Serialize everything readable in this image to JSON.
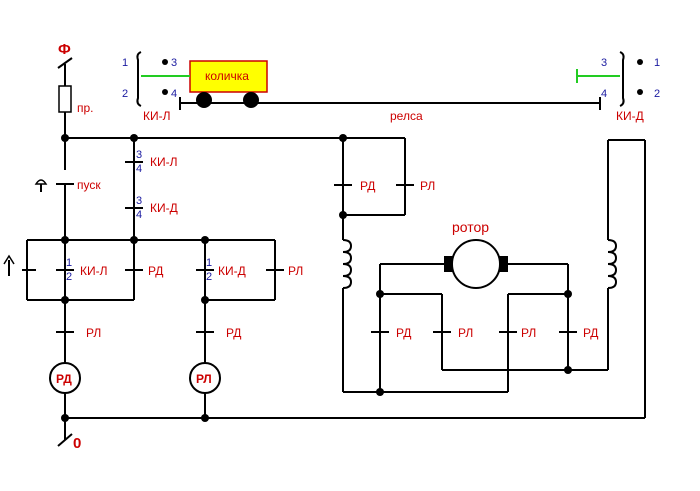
{
  "supply": {
    "phase": "Ф",
    "neutral": "0",
    "fuse": "пр."
  },
  "cart": {
    "label": "количка"
  },
  "rail": {
    "label": "релса"
  },
  "limit_switches": {
    "left": {
      "name": "КИ-Л",
      "n1": "1",
      "n2": "2",
      "n3": "3",
      "n4": "4"
    },
    "right": {
      "name": "КИ-Д",
      "n1": "1",
      "n2": "2",
      "n3": "3",
      "n4": "4"
    }
  },
  "start_button": {
    "label": "пуск"
  },
  "contacts": {
    "ki_l": "КИ-Л",
    "ki_d": "КИ-Д",
    "rd": "РД",
    "rl": "РЛ",
    "n1": "1",
    "n2": "2",
    "n3": "3",
    "n4": "4"
  },
  "coils": {
    "rd": "РД",
    "rl": "РЛ"
  },
  "motor": {
    "label": "ротор"
  },
  "colors": {
    "wire": "#000000",
    "label": "#cc0000",
    "terminal": "#1a1aa0",
    "cart_fill": "#ffff00",
    "switch_arm": "#22cc22"
  }
}
